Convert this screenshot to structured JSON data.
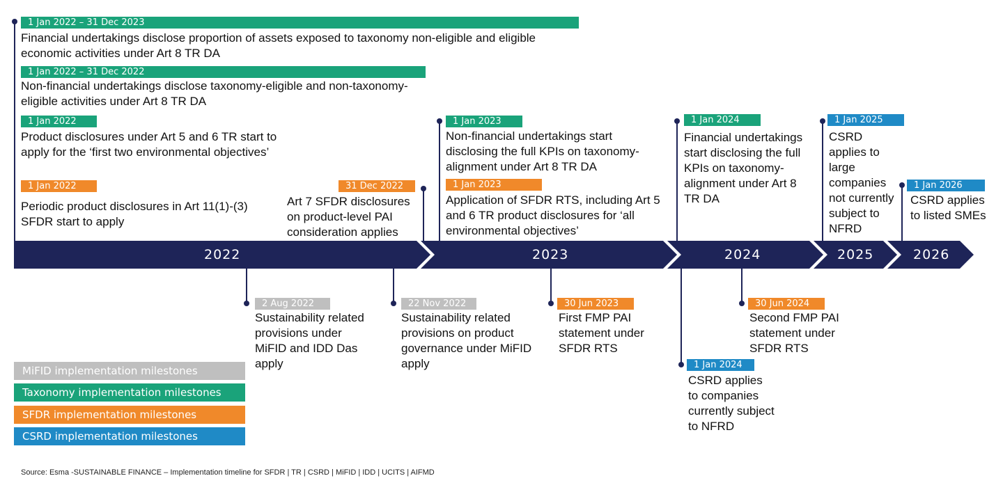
{
  "colors": {
    "timeline": "#1e2458",
    "mifid": "#bfbfbf",
    "taxonomy": "#1aa37a",
    "sfdr": "#f0892a",
    "csrd": "#1f8ac6"
  },
  "years": [
    "2022",
    "2023",
    "2024",
    "2025",
    "2026"
  ],
  "milestones_above": [
    {
      "date": "1 Jan 2022 – 31 Dec 2023",
      "text": "Financial undertakings disclose proportion of assets exposed to taxonomy non-eligible and eligible economic activities under Art 8 TR DA",
      "category": "taxonomy"
    },
    {
      "date": "1 Jan 2022 – 31 Dec 2022",
      "text": "Non-financial undertakings disclose taxonomy-eligible and non-taxonomy-eligible activities under Art 8 TR DA",
      "category": "taxonomy"
    },
    {
      "date": "1 Jan 2022",
      "text": "Product disclosures under Art 5 and 6 TR start to apply for the ‘first two environmental objectives’",
      "category": "taxonomy"
    },
    {
      "date": "1 Jan 2022",
      "text": "Periodic product disclosures in Art 11(1)-(3) SFDR start to apply",
      "category": "sfdr"
    },
    {
      "date": "31 Dec 2022",
      "text": "Art 7 SFDR disclosures on product-level PAI consideration applies",
      "category": "sfdr"
    },
    {
      "date": "1 Jan 2023",
      "text": "Non-financial undertakings start disclosing the full KPIs on taxonomy-alignment under Art 8 TR DA",
      "category": "taxonomy"
    },
    {
      "date": "1 Jan 2023",
      "text": "Application of SFDR RTS, including Art 5 and 6 TR product disclosures for ‘all environmental objectives’",
      "category": "sfdr"
    },
    {
      "date": "1 Jan 2024",
      "text": "Financial undertakings start disclosing the full KPIs on taxonomy-alignment under Art 8 TR DA",
      "category": "taxonomy"
    },
    {
      "date": "1 Jan 2025",
      "text": "CSRD applies to large companies not currently subject to NFRD",
      "category": "csrd"
    },
    {
      "date": "1 Jan 2026",
      "text": "CSRD applies to listed SMEs",
      "category": "csrd"
    }
  ],
  "milestones_below": [
    {
      "date": "2 Aug 2022",
      "text": "Sustainability related provisions under MiFID and IDD Das apply",
      "category": "mifid"
    },
    {
      "date": "22 Nov 2022",
      "text": "Sustainability related provisions on product governance under MiFID apply",
      "category": "mifid"
    },
    {
      "date": "30 Jun 2023",
      "text": "First FMP PAI statement under SFDR RTS",
      "category": "sfdr"
    },
    {
      "date": "30 Jun 2024",
      "text": "Second FMP PAI statement under SFDR RTS",
      "category": "sfdr"
    },
    {
      "date": "1 Jan 2024",
      "text": "CSRD applies to companies currently subject to NFRD",
      "category": "csrd"
    }
  ],
  "legend": [
    {
      "label": "MiFID implementation milestones",
      "category": "mifid"
    },
    {
      "label": "Taxonomy implementation milestones",
      "category": "taxonomy"
    },
    {
      "label": "SFDR implementation milestones",
      "category": "sfdr"
    },
    {
      "label": "CSRD implementation milestones",
      "category": "csrd"
    }
  ],
  "source": "Source: Esma -SUSTAINABLE FINANCE – Implementation timeline for SFDR | TR | CSRD | MiFID | IDD | UCITS | AIFMD"
}
